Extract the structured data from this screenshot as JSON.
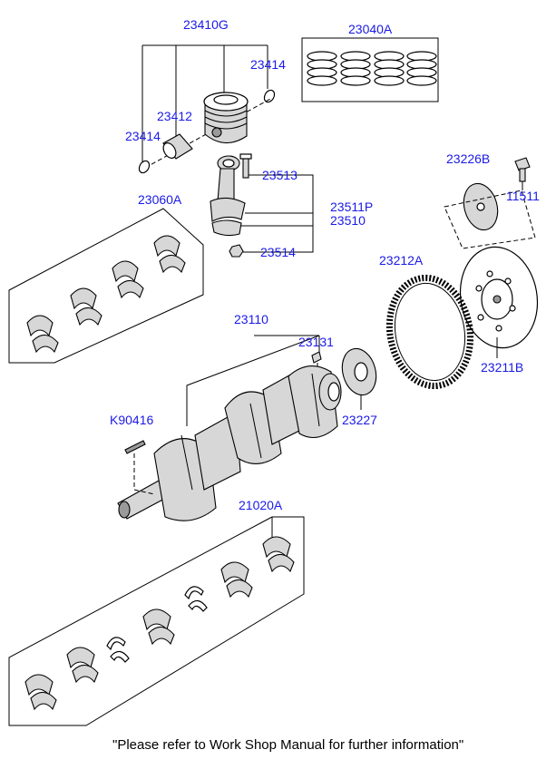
{
  "parts": {
    "p23410G": "23410G",
    "p23040A": "23040A",
    "p23414_top": "23414",
    "p23412": "23412",
    "p23414_left": "23414",
    "p23513": "23513",
    "p23226B": "23226B",
    "p11511": "11511",
    "p23060A": "23060A",
    "p23511P": "23511P",
    "p23510": "23510",
    "p23514": "23514",
    "p23212A": "23212A",
    "p23110": "23110",
    "p23131": "23131",
    "p23211B": "23211B",
    "p23227": "23227",
    "pK90416": "K90416",
    "p21020A": "21020A"
  },
  "footer_note": "\"Please refer to Work Shop Manual for further information\"",
  "colors": {
    "label": "#1a1ae6",
    "line": "#000000",
    "part_shade": "#d7d7d7"
  }
}
